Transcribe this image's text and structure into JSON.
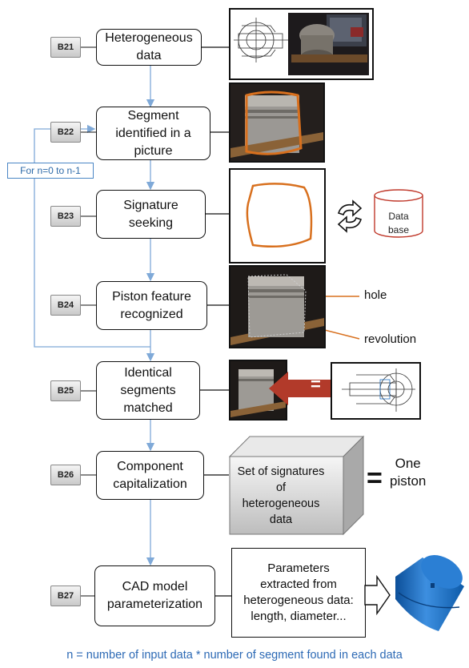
{
  "steps": [
    {
      "tag": "B21",
      "label": "Heterogeneous\ndata"
    },
    {
      "tag": "B22",
      "label": "Segment\nidentified in a\npicture"
    },
    {
      "tag": "B23",
      "label": "Signature\nseeking"
    },
    {
      "tag": "B24",
      "label": "Piston feature\nrecognized"
    },
    {
      "tag": "B25",
      "label": "Identical\nsegments\nmatched"
    },
    {
      "tag": "B26",
      "label": "Component\ncapitalization"
    },
    {
      "tag": "B27",
      "label": "CAD model\nparameterization"
    }
  ],
  "loop_label": "For n=0 to n-1",
  "database": "Data\nbase",
  "annotations": {
    "hole": "hole",
    "revolution": "revolution"
  },
  "match_symbol": "=",
  "capitalization_box": "Set of signatures\nof\nheterogeneous\ndata",
  "equals_sign": "=",
  "result": "One\npiston",
  "parameters_box": "Parameters\nextracted from\nheterogeneous data:\nlength, diameter...",
  "footnote": "n = number of input data * number of segment found in each data",
  "colors": {
    "flow_line": "#7fa9d8",
    "loop_border": "#4a86c5",
    "contour": "#d8701e",
    "database": "#c0392b",
    "double_arrow": "#b23a2a",
    "cad_model": "#1f6fc0",
    "footnote": "#2d6ab5"
  }
}
